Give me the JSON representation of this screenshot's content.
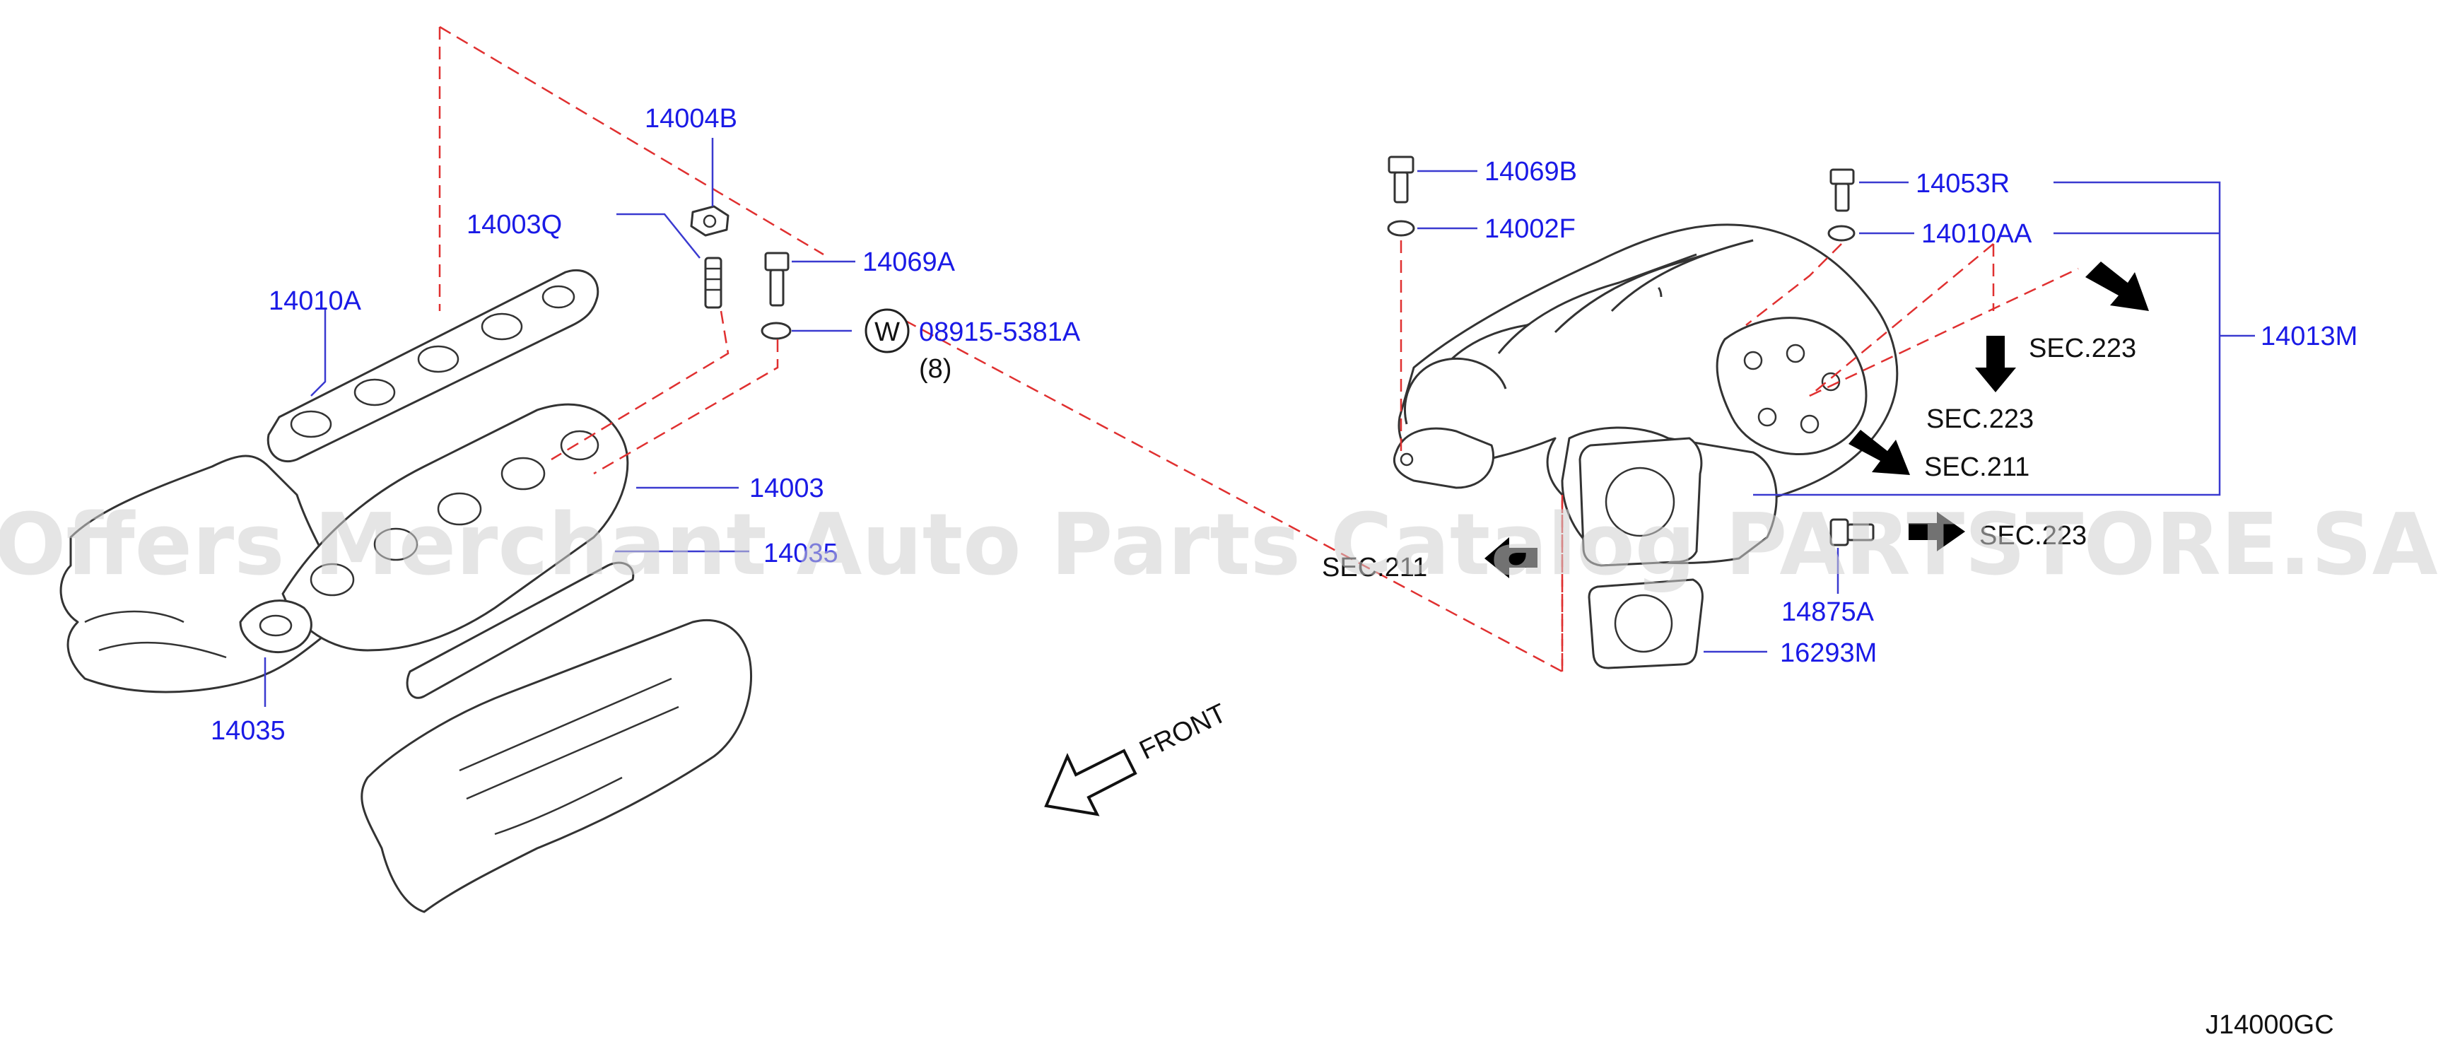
{
  "labels": {
    "p14004B": "14004B",
    "p14003Q": "14003Q",
    "p14069A": "14069A",
    "p14010A": "14010A",
    "p08915": "08915-5381A",
    "qty8": "(8)",
    "washer_symbol": "W",
    "p14003": "14003",
    "p14035_upper": "14035",
    "p14035_lower": "14035",
    "p14069B": "14069B",
    "p14002F": "14002F",
    "p14053R": "14053R",
    "p14010AA": "14010AA",
    "p14013M": "14013M",
    "p14875A": "14875A",
    "p16293M": "16293M"
  },
  "section_refs": {
    "sec223_a": "SEC.223",
    "sec223_b": "SEC.223",
    "sec211_a": "SEC.211",
    "sec223_c": "SEC.223",
    "sec211_b": "SEC.211"
  },
  "front_label": "FRONT",
  "diagram_id": "J14000GC",
  "watermark": "Offers Merchant Auto Parts Catalog PARTSTORE.SA",
  "colors": {
    "label": "#1a1ae6",
    "dashed_guide": "#e03030",
    "outline": "#333333"
  },
  "icons": [
    "washer-circle-icon",
    "front-arrow-icon",
    "section-arrow-icon"
  ]
}
